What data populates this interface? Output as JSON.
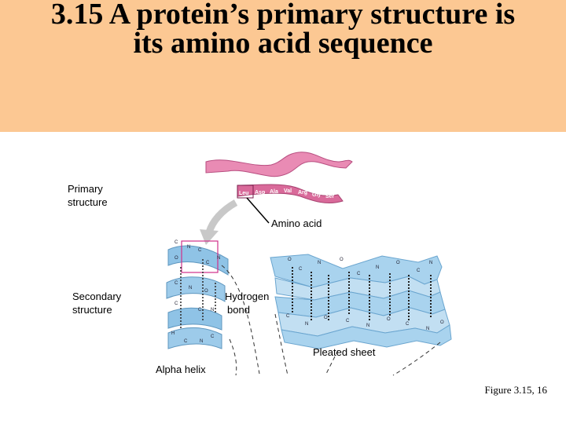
{
  "title": {
    "line1": "3.15  A protein’s primary structure is",
    "line2": "its amino acid sequence"
  },
  "labels": {
    "primary_line1": "Primary",
    "primary_line2": "structure",
    "amino_acid": "Amino acid",
    "secondary_line1": "Secondary",
    "secondary_line2": "structure",
    "hydrogen_line1": "Hydrogen",
    "hydrogen_line2": "bond",
    "pleated_sheet": "Pleated sheet",
    "alpha_helix": "Alpha helix"
  },
  "sequence": [
    "Leu",
    "Asp",
    "Ala",
    "Val",
    "Arg",
    "Gly",
    "Ser"
  ],
  "caption": "Figure 3.15, 16",
  "colors": {
    "header_bg": "#fcc893",
    "ribbon_pink": "#d96a9a",
    "helix_blue": "#8fc3e6",
    "sheet_blue": "#a9d3ee"
  }
}
